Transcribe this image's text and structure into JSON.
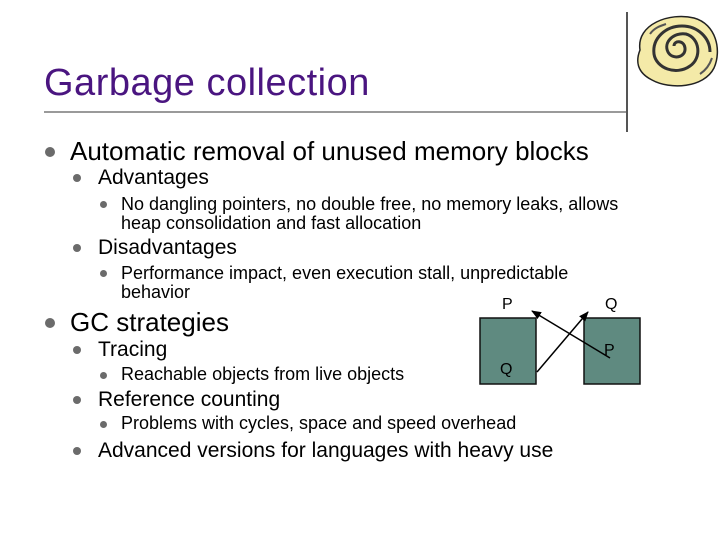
{
  "slide": {
    "title": "Garbage collection",
    "bullets": {
      "b1": "Automatic removal of unused memory blocks",
      "advantages": "Advantages",
      "adv_detail_1": "No dangling pointers, no double free, no memory leaks, allows",
      "adv_detail_2": "heap consolidation and fast allocation",
      "disadvantages": "Disadvantages",
      "dis_detail_1": "Performance impact, even execution stall, unpredictable",
      "dis_detail_2": "behavior",
      "b2": "GC strategies",
      "tracing": "Tracing",
      "tracing_detail": "Reachable objects from live objects",
      "refcount": "Reference counting",
      "refcount_detail": "Problems with cycles, space and speed overhead",
      "advanced": "Advanced versions for languages with heavy use"
    },
    "diagram": {
      "label_p_top": "P",
      "label_q_top": "Q",
      "label_q_box": "Q",
      "label_p_box": "P",
      "box_color": "#5f8a80",
      "arrow_color": "#000000"
    }
  }
}
